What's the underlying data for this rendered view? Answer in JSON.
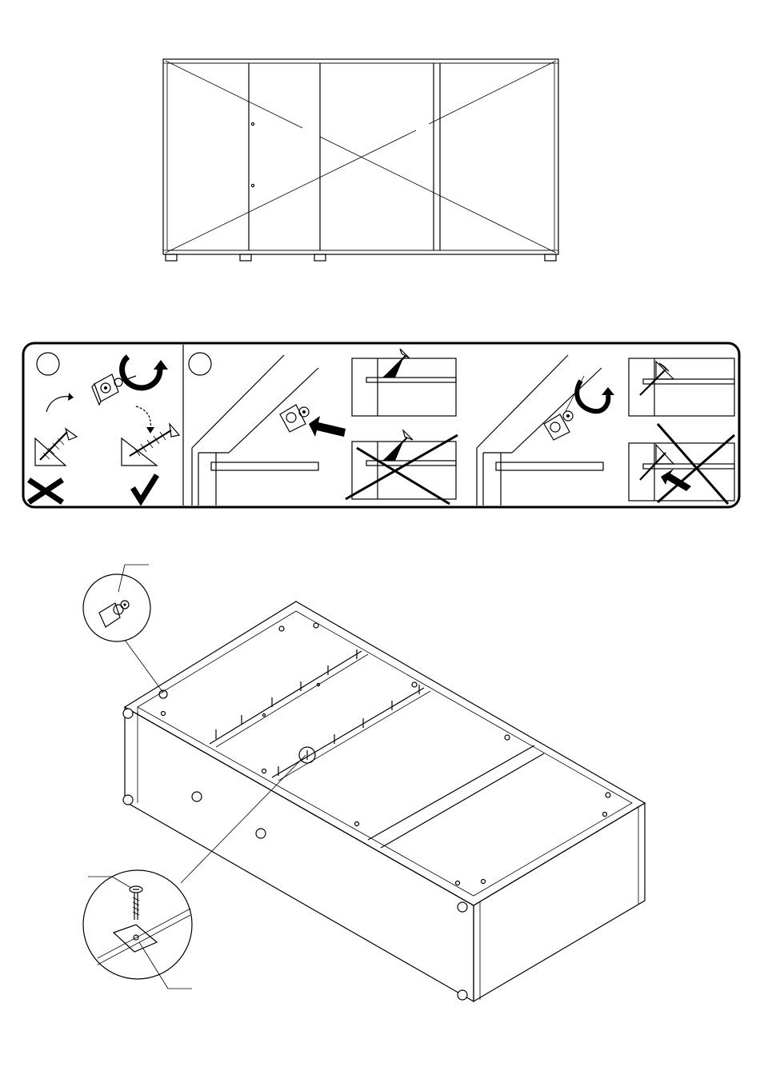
{
  "page": {
    "background": "#ffffff",
    "line_color": "#000000"
  },
  "icons": {
    "front_view": "cabinet-front-view-crossed",
    "panel_a": "cam-lock-instructions",
    "panel_b": "dowel-insertion-instructions",
    "wrong": "cross-mark-icon",
    "correct": "check-mark-icon",
    "assembly": "cabinet-isometric-assembly",
    "detail_top": "cam-fitting-detail",
    "detail_bottom": "screw-plate-detail"
  }
}
